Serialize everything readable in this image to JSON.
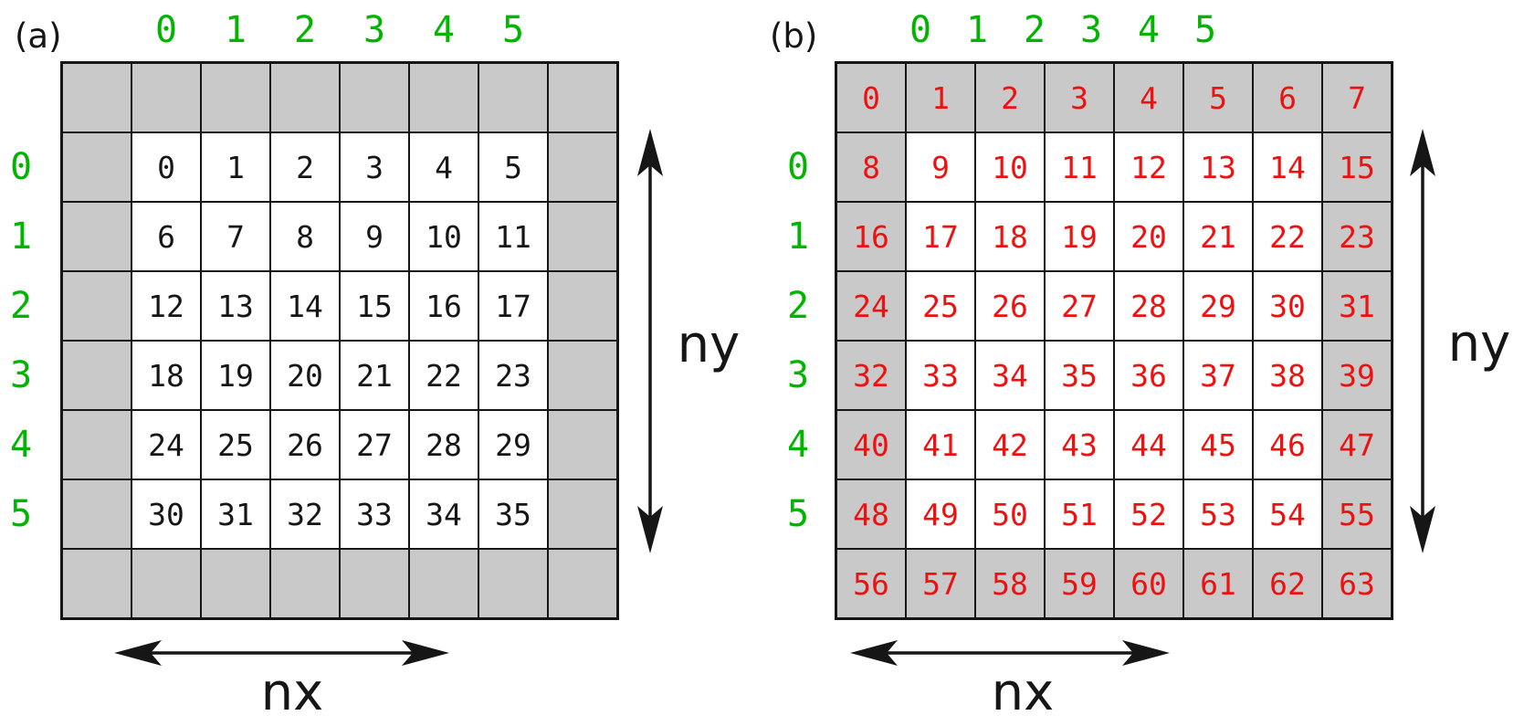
{
  "colors": {
    "green": "#00b400",
    "red": "#ee1111",
    "gray": "#c9c9c9",
    "black": "#161616"
  },
  "panels": [
    {
      "id": "a",
      "tag": "(a)",
      "value_color": "black",
      "col_labels": [
        "0",
        "1",
        "2",
        "3",
        "4",
        "5"
      ],
      "row_labels": [
        "0",
        "1",
        "2",
        "3",
        "4",
        "5"
      ],
      "x_dim_label": "nx",
      "y_dim_label": "ny",
      "cells": [
        [
          "",
          "",
          "",
          "",
          "",
          "",
          "",
          ""
        ],
        [
          "",
          "0",
          "1",
          "2",
          "3",
          "4",
          "5",
          ""
        ],
        [
          "",
          "6",
          "7",
          "8",
          "9",
          "10",
          "11",
          ""
        ],
        [
          "",
          "12",
          "13",
          "14",
          "15",
          "16",
          "17",
          ""
        ],
        [
          "",
          "18",
          "19",
          "20",
          "21",
          "22",
          "23",
          ""
        ],
        [
          "",
          "24",
          "25",
          "26",
          "27",
          "28",
          "29",
          ""
        ],
        [
          "",
          "30",
          "31",
          "32",
          "33",
          "34",
          "35",
          ""
        ],
        [
          "",
          "",
          "",
          "",
          "",
          "",
          "",
          ""
        ]
      ]
    },
    {
      "id": "b",
      "tag": "(b)",
      "value_color": "red",
      "col_labels": [
        "0",
        "1",
        "2",
        "3",
        "4",
        "5"
      ],
      "row_labels": [
        "0",
        "1",
        "2",
        "3",
        "4",
        "5"
      ],
      "x_dim_label": "nx",
      "y_dim_label": "ny",
      "cells": [
        [
          "0",
          "1",
          "2",
          "3",
          "4",
          "5",
          "6",
          "7"
        ],
        [
          "8",
          "9",
          "10",
          "11",
          "12",
          "13",
          "14",
          "15"
        ],
        [
          "16",
          "17",
          "18",
          "19",
          "20",
          "21",
          "22",
          "23"
        ],
        [
          "24",
          "25",
          "26",
          "27",
          "28",
          "29",
          "30",
          "31"
        ],
        [
          "32",
          "33",
          "34",
          "35",
          "36",
          "37",
          "38",
          "39"
        ],
        [
          "40",
          "41",
          "42",
          "43",
          "44",
          "45",
          "46",
          "47"
        ],
        [
          "48",
          "49",
          "50",
          "51",
          "52",
          "53",
          "54",
          "55"
        ],
        [
          "56",
          "57",
          "58",
          "59",
          "60",
          "61",
          "62",
          "63"
        ]
      ]
    }
  ]
}
